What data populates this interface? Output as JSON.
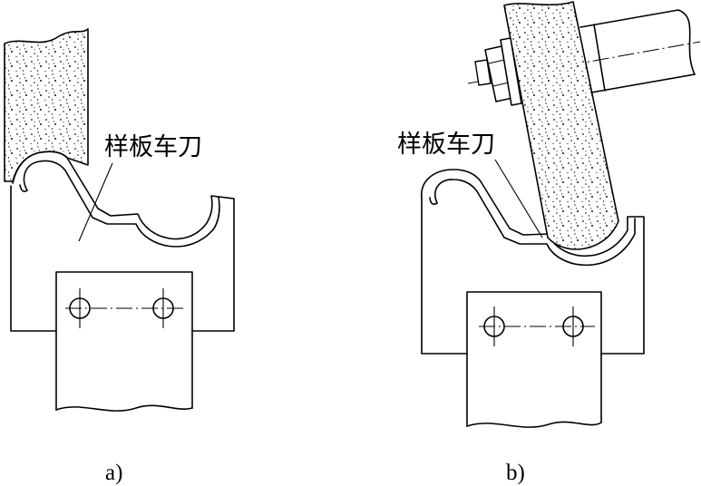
{
  "figure_a": {
    "tool_label": "样板车刀",
    "caption": "a)"
  },
  "figure_b": {
    "tool_label": "样板车刀",
    "caption": "b)"
  }
}
